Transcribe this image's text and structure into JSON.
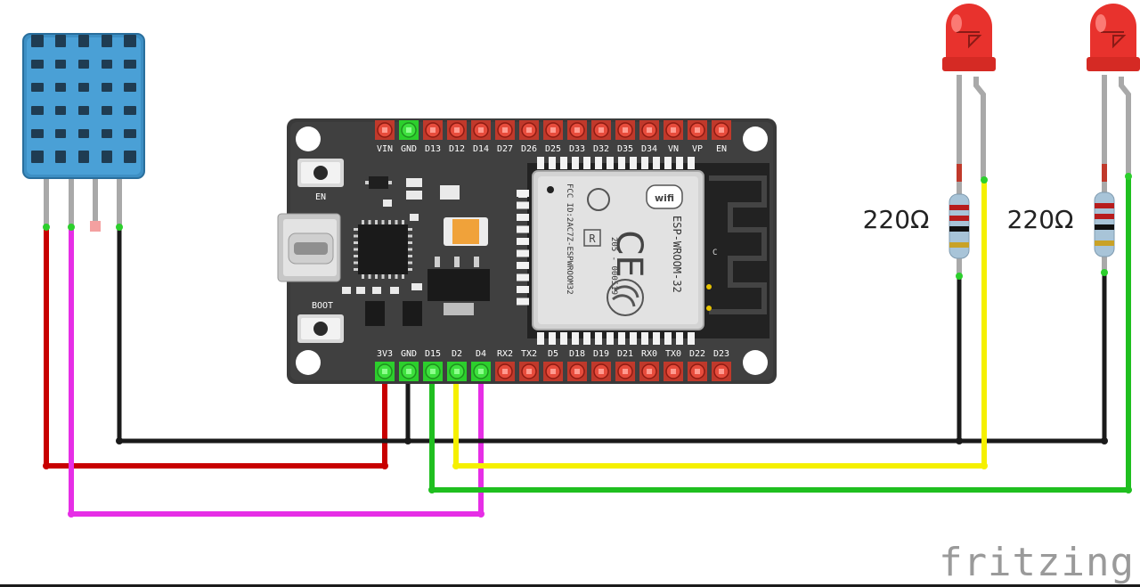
{
  "board": {
    "top_pins": [
      "VIN",
      "GND",
      "D13",
      "D12",
      "D14",
      "D27",
      "D26",
      "D25",
      "D33",
      "D32",
      "D35",
      "D34",
      "VN",
      "VP",
      "EN"
    ],
    "bottom_pins": [
      "3V3",
      "GND",
      "D15",
      "D2",
      "D4",
      "RX2",
      "TX2",
      "D5",
      "D18",
      "D19",
      "D21",
      "RX0",
      "TX0",
      "D22",
      "D23"
    ],
    "en_button_label": "EN",
    "boot_button_label": "BOOT",
    "module": {
      "wifi": "wifi",
      "name": "ESP-WROOM-32",
      "fcc": "FCC ID:2AC7Z-ESPWROOM32",
      "cert": "205 - 000519",
      "r_mark": "R",
      "c_mark": "C"
    }
  },
  "resistors": [
    {
      "label": "220Ω"
    },
    {
      "label": "220Ω"
    }
  ],
  "wire_colors": {
    "red": "#c80000",
    "black": "#1a1a1a",
    "magenta": "#e62ee6",
    "yellow": "#f5f000",
    "green": "#1fbf1f"
  },
  "brand": "fritzing"
}
